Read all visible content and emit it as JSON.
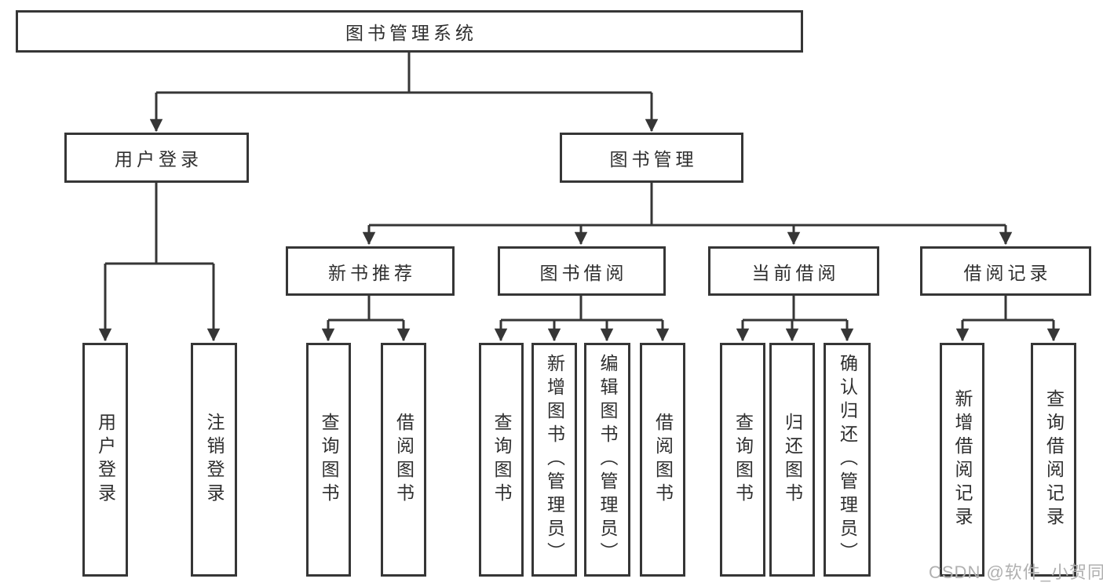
{
  "diagram": {
    "root": {
      "label": "图书管理系统"
    },
    "level2": [
      {
        "label": "用户登录"
      },
      {
        "label": "图书管理"
      }
    ],
    "level3": [
      {
        "label": "新书推荐"
      },
      {
        "label": "图书借阅"
      },
      {
        "label": "当前借阅"
      },
      {
        "label": "借阅记录"
      }
    ],
    "leaves": [
      {
        "label": "用户登录"
      },
      {
        "label": "注销登录"
      },
      {
        "label": "查询图书"
      },
      {
        "label": "借阅图书"
      },
      {
        "label": "查询图书"
      },
      {
        "label": "新增图书（管理员）"
      },
      {
        "label": "编辑图书（管理员）"
      },
      {
        "label": "借阅图书"
      },
      {
        "label": "查询图书"
      },
      {
        "label": "归还图书"
      },
      {
        "label": "确认归还（管理员）"
      },
      {
        "label": "新增借阅记录"
      },
      {
        "label": "查询借阅记录"
      }
    ],
    "colors": {
      "line": "#363636",
      "text": "#2f2f2f",
      "background": "#ffffff",
      "watermark_text": "#b0b0b0"
    }
  },
  "watermark": {
    "text": "CSDN @软件_小贺同学"
  }
}
